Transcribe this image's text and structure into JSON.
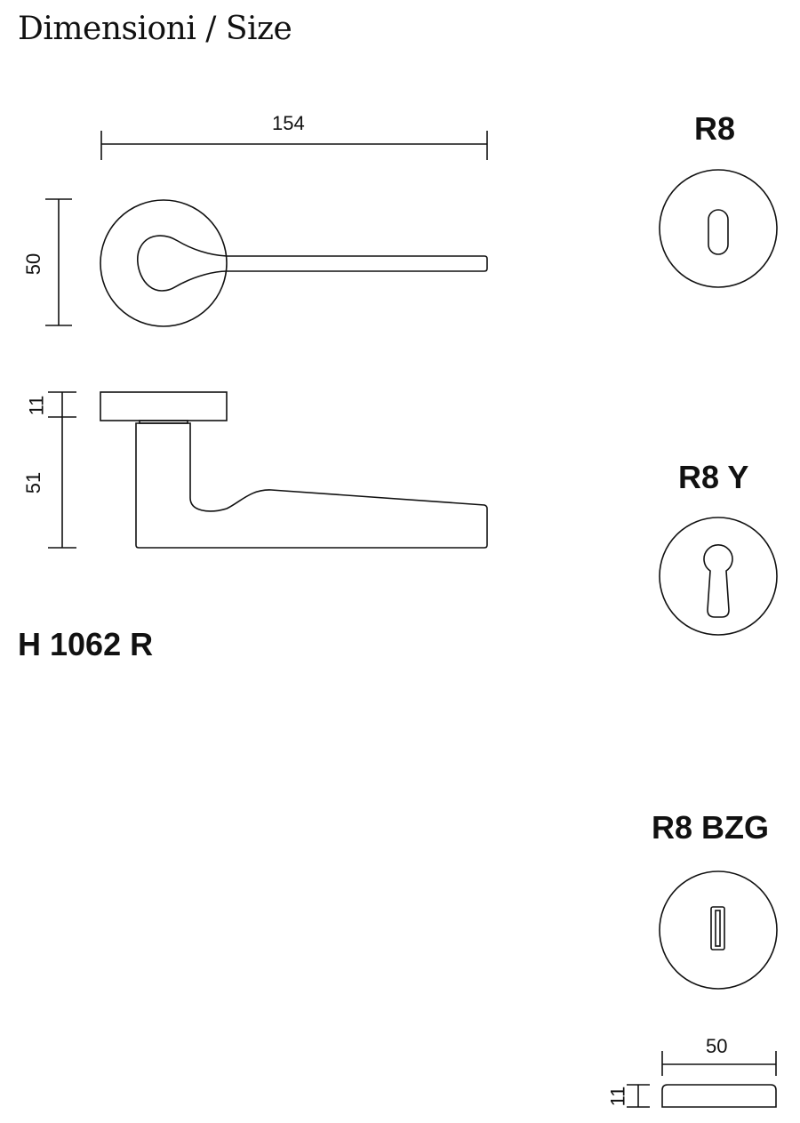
{
  "title": "Dimensioni / Size",
  "model": "H 1062 R",
  "dimensions": {
    "lever_length": "154",
    "rose_diameter": "50",
    "rose_thickness": "11",
    "lever_height": "51",
    "escutcheon_diameter": "50",
    "escutcheon_thickness": "11"
  },
  "escutcheons": [
    {
      "label": "R8",
      "type": "keyhole"
    },
    {
      "label": "R8 Y",
      "type": "euro-cylinder"
    },
    {
      "label": "R8 BZG",
      "type": "privacy-turn"
    }
  ]
}
